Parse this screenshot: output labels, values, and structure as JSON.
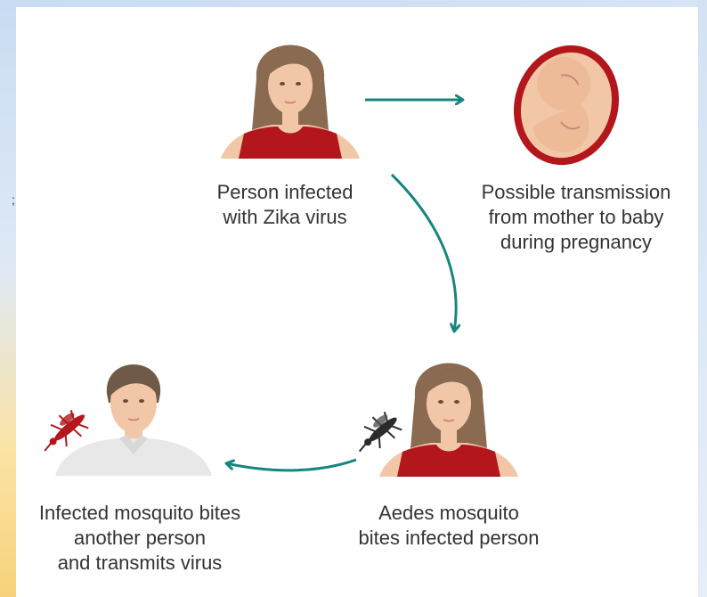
{
  "labels": {
    "infected_person": "Person infected\nwith Zika virus",
    "mother_to_baby": "Possible transmission\nfrom mother to baby\nduring pregnancy",
    "aedes_bites": "Aedes mosquito\nbites infected person",
    "mosquito_transmits": "Infected mosquito bites\nanother person\nand transmits virus"
  },
  "colors": {
    "arrow": "#17857f",
    "shirt_red": "#b3161b",
    "mosquito_red": "#b3161b",
    "mosquito_dark": "#2b2b2b",
    "skin": "#f2c7a8",
    "hair_female": "#8a6a50",
    "hair_male": "#6e5a47",
    "shirt_white": "#e8e8e8"
  },
  "icons": [
    "woman-icon",
    "fetus-icon",
    "man-icon",
    "mosquito-icon"
  ]
}
